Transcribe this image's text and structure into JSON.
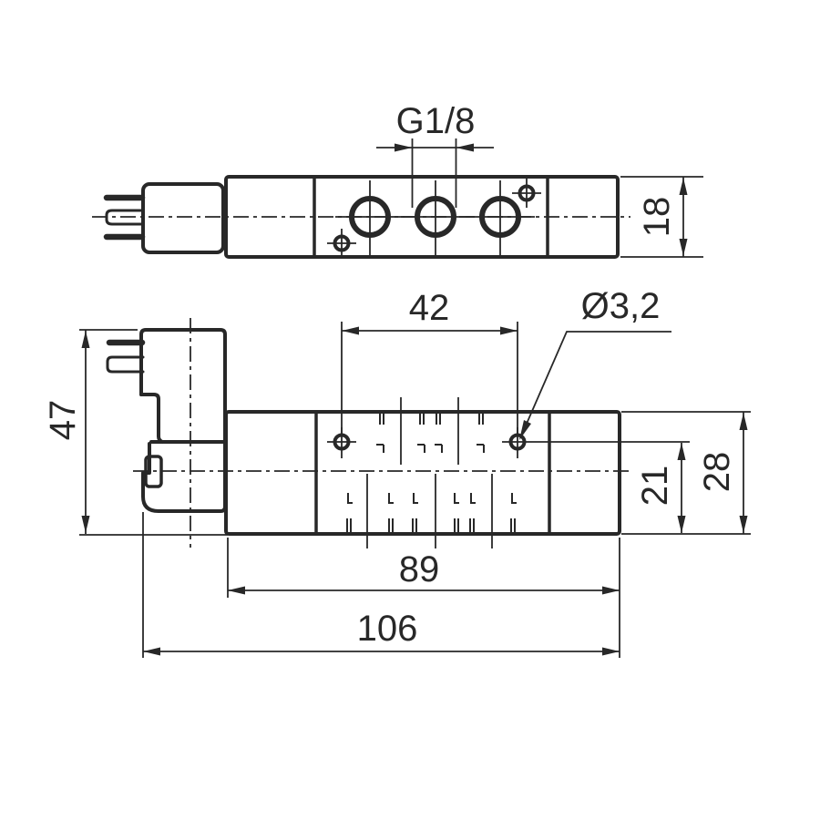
{
  "drawing": {
    "kind": "solenoid-valve-dimensional-drawing",
    "background_color": "#ffffff",
    "line_color": "#282828",
    "top_view": {
      "thread_label": "G1/8",
      "body_height_dim": "18"
    },
    "front_view": {
      "hole_spacing_dim": "42",
      "hole_diameter_label": "Ø3,2",
      "solenoid_height_dim": "47",
      "hole_to_bottom_dim": "21",
      "body_height_dim": "28",
      "body_length_dim": "89",
      "overall_length_dim": "106"
    }
  }
}
